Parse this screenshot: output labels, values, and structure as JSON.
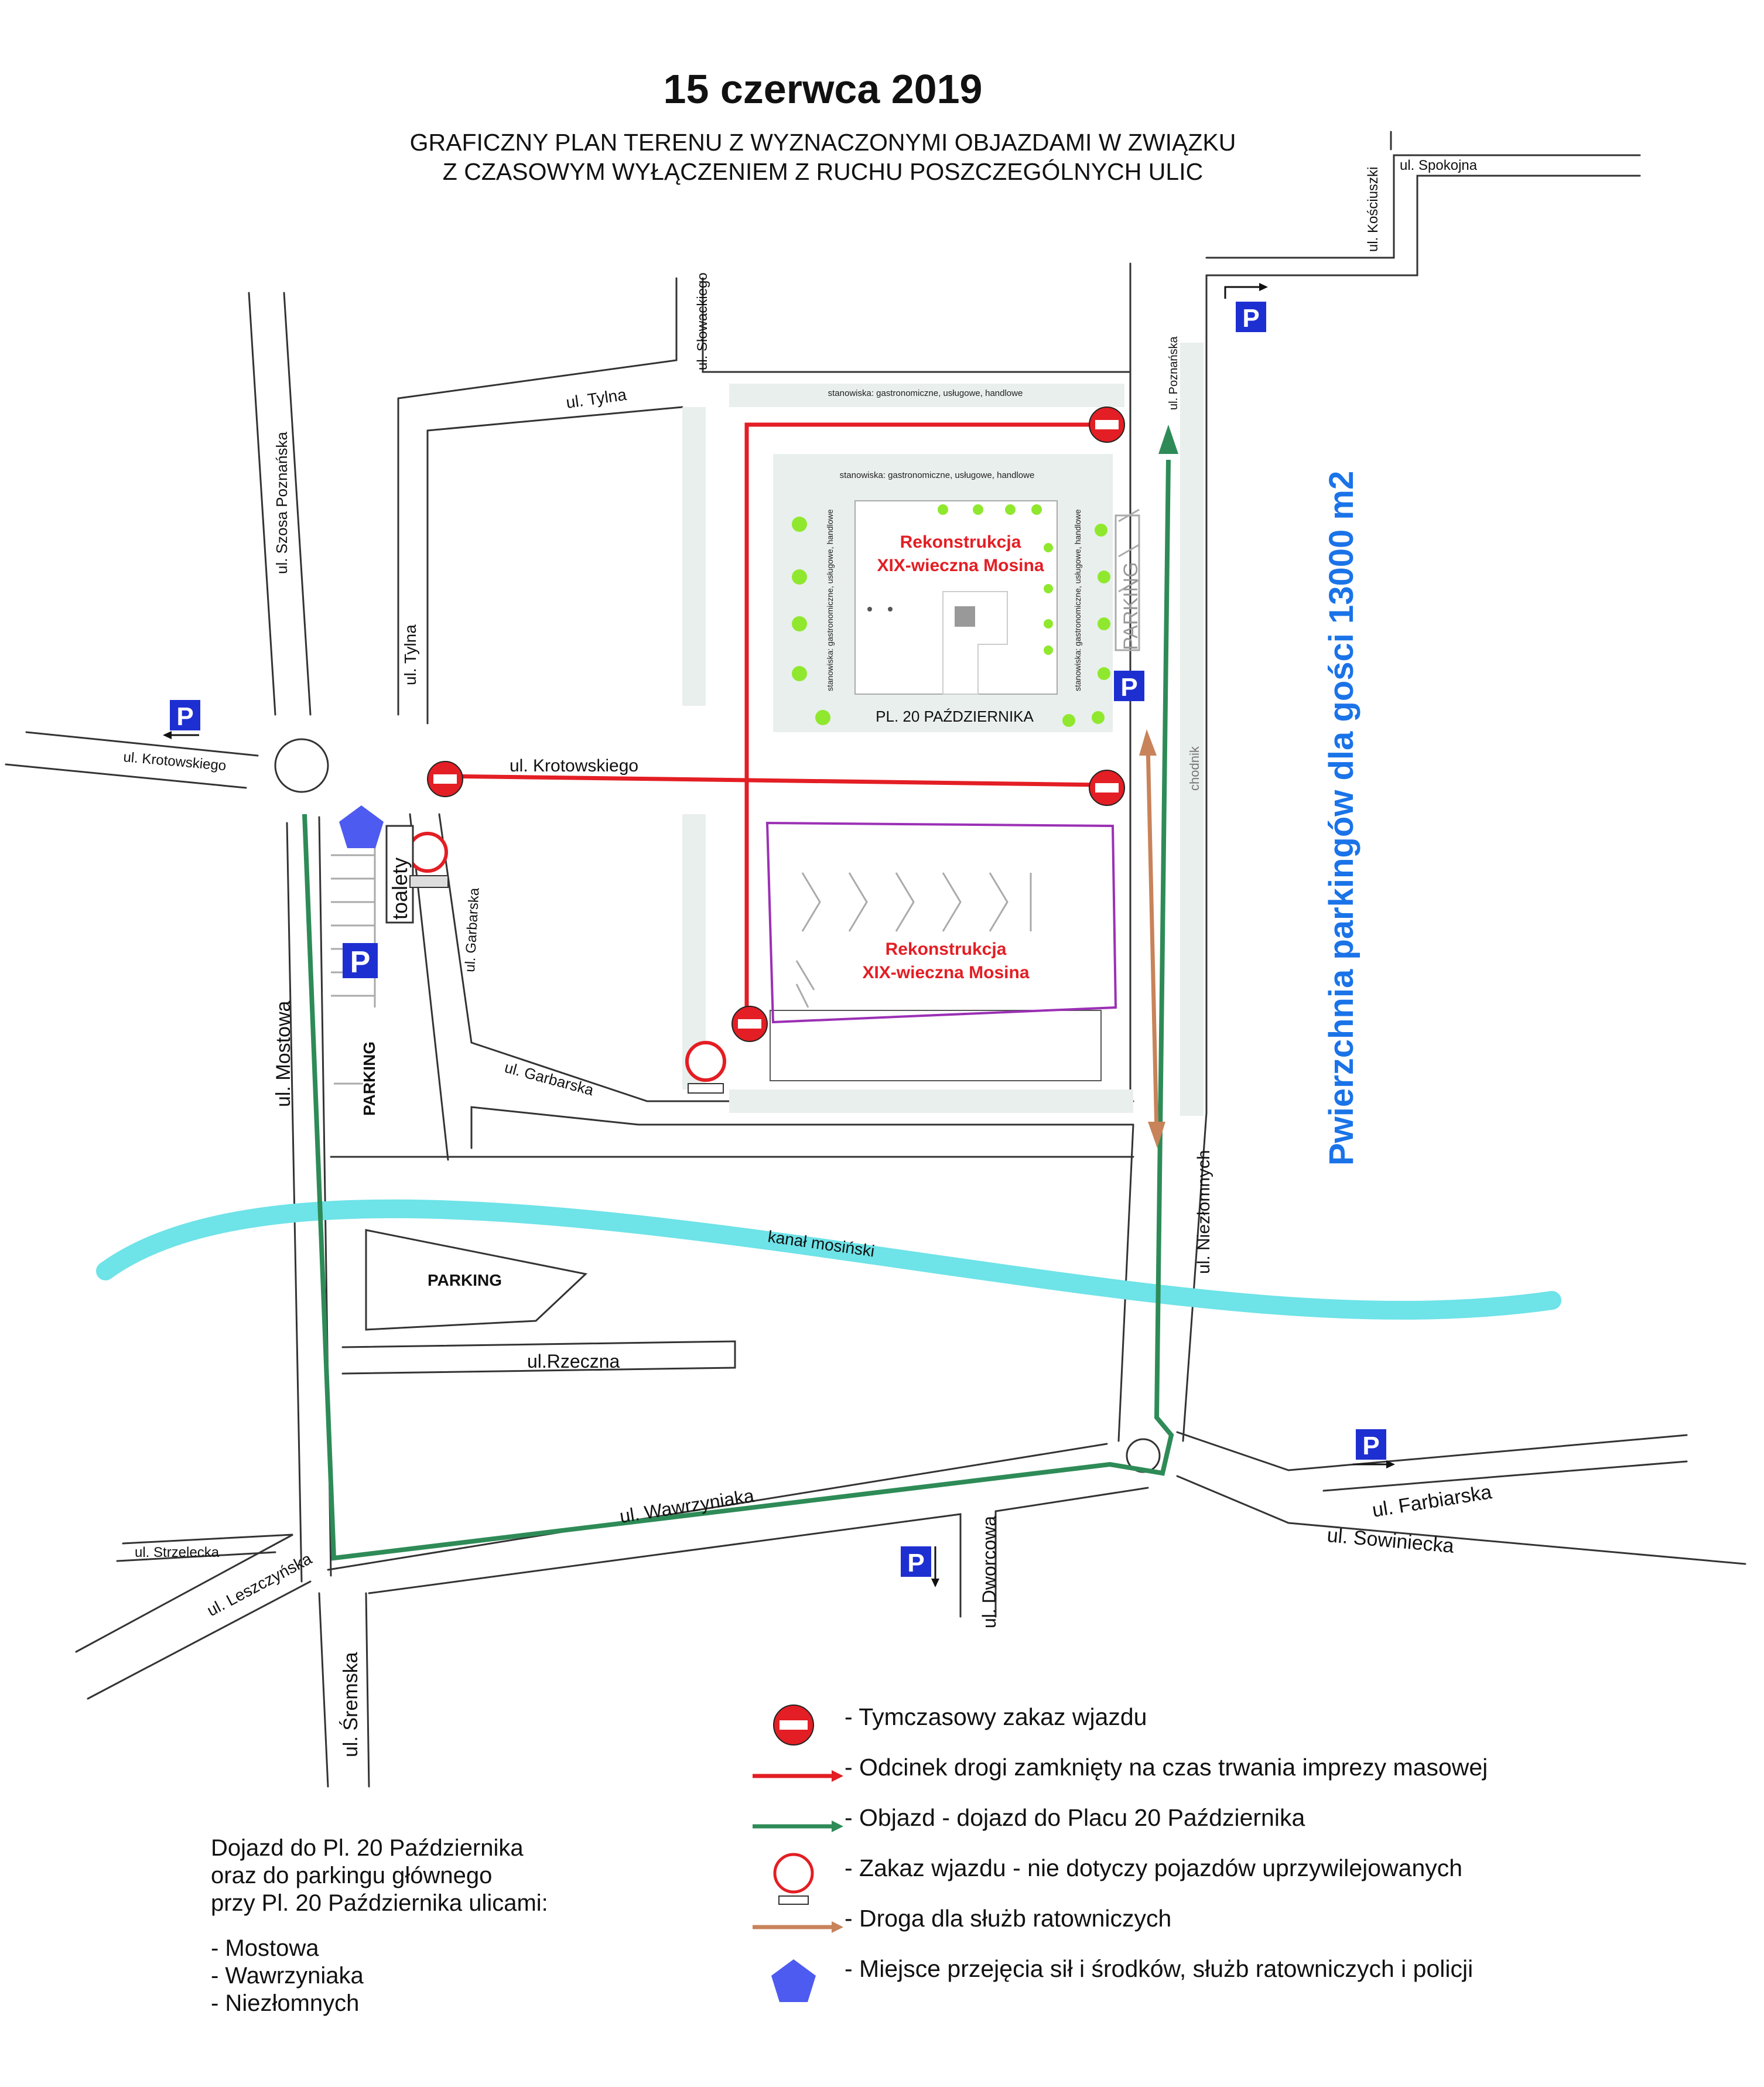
{
  "title": "15 czerwca 2019",
  "subtitle_line1": "GRAFICZNY PLAN TERENU Z WYZNACZONYMI OBJAZDAMI W ZWIĄZKU",
  "subtitle_line2": "Z CZASOWYM WYŁĄCZENIEM Z RUCHU POSZCZEGÓLNYCH ULIC",
  "streets": {
    "spokojna": "ul. Spokojna",
    "kosciuszki": "ul. Kościuszki",
    "slowackiego": "ul. Słowackiego",
    "tylna_h": "ul. Tylna",
    "tylna_v": "ul. Tylna",
    "szosa_poznanska": "ul. Szosa Poznańska",
    "krotowskiego_w": "ul. Krotowskiego",
    "krotowskiego": "ul. Krotowskiego",
    "garbarska_v": "ul. Garbarska",
    "garbarska_h": "ul. Garbarska",
    "mostowa": "ul. Mostowa",
    "poznanska": "ul. Poznańska",
    "chodnik": "chodnik",
    "niezlomnych": "ul. Niezłomnych",
    "kanal": "kanał mosiński",
    "rzeczna": "ul.Rzeczna",
    "wawrzyniaka": "ul. Wawrzyniaka",
    "strzelecka": "ul. Strzelecka",
    "leszczynska": "ul. Leszczyńska",
    "sremska": "ul. Śremska",
    "dworcowa": "ul. Dworcowa",
    "farbiarska": "ul. Farbiarska",
    "sowiniecka": "ul. Sowiniecka"
  },
  "labels": {
    "stanowiska": "stanowiska: gastronomiczne, usługowe, handlowe",
    "reko1_line1": "Rekonstrukcja",
    "reko1_line2": "XIX-wieczna Mosina",
    "reko2_line1": "Rekonstrukcja",
    "reko2_line2": "XIX-wieczna Mosina",
    "plac": "PL. 20 PAŹDZIERNIKA",
    "parking": "PARKING",
    "toalety": "toalety",
    "parking_area": "Pwierzchnia parkingów dla gości 13000 m2",
    "p_letter": "P"
  },
  "colors": {
    "red": "#e31e24",
    "green": "#2e8b57",
    "brown": "#c8835a",
    "cyan": "#6ee3e8",
    "purple": "#9b30b5",
    "blue_pin": "#4d5bf0",
    "parking_blue": "#1e2fd1",
    "area_blue": "#1a73e8",
    "dot_green": "#8fe82e"
  },
  "legend": [
    {
      "symbol": "no-entry-icon",
      "text": "- Tymczasowy zakaz wjazdu"
    },
    {
      "symbol": "red-line",
      "text": "- Odcinek drogi zamknięty na czas trwania imprezy masowej"
    },
    {
      "symbol": "green-line",
      "text": "- Objazd - dojazd do Placu 20 Października"
    },
    {
      "symbol": "prohibition-icon",
      "text": "- Zakaz wjazdu - nie dotyczy pojazdów uprzywilejowanych"
    },
    {
      "symbol": "brown-line",
      "text": "- Droga dla służb ratowniczych"
    },
    {
      "symbol": "pentagon-icon",
      "text": "- Miejsce przejęcia sił i środków, służb ratowniczych i policji"
    }
  ],
  "note": {
    "line1": "Dojazd do Pl. 20 Października",
    "line2": "oraz do parkingu głównego",
    "line3": "przy Pl. 20 Października ulicami:",
    "items": [
      "- Mostowa",
      "- Wawrzyniaka",
      "- Niezłomnych"
    ]
  }
}
